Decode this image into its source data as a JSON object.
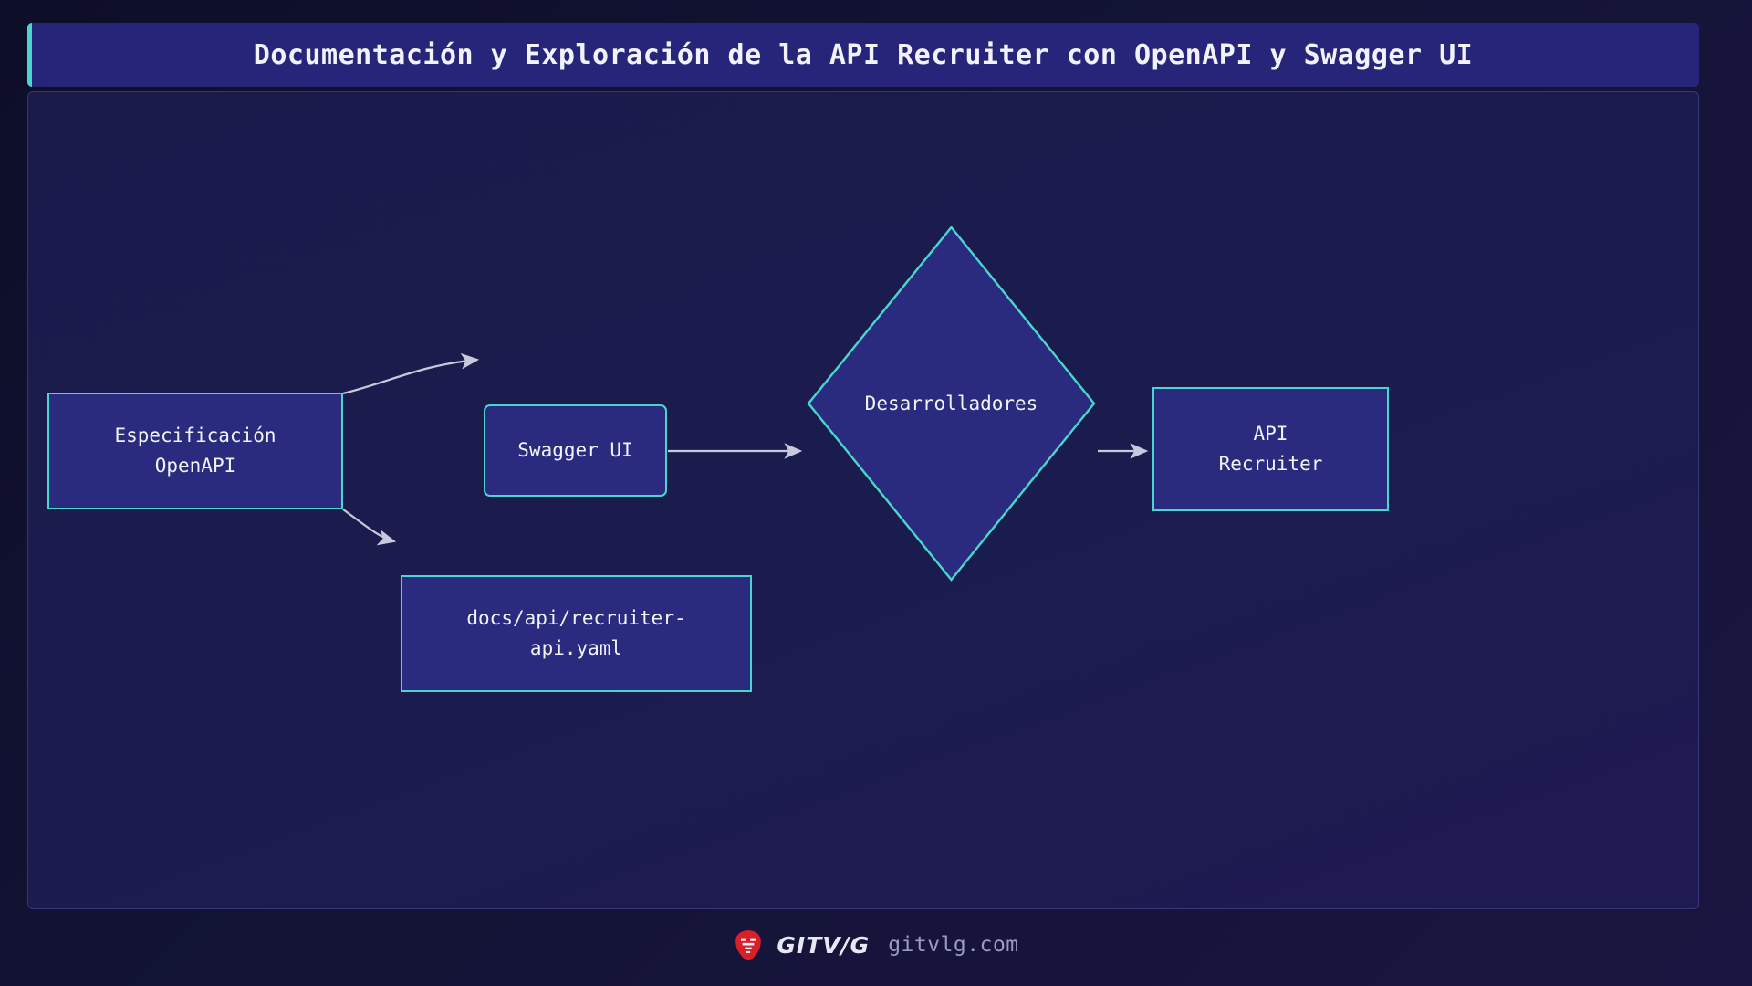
{
  "header": {
    "title": "Documentación y Exploración de la API Recruiter con OpenAPI y Swagger UI",
    "accent_color": "#4ad6cf",
    "background_color": "#262579"
  },
  "canvas": {
    "background_color": "#1a1b4b",
    "border_color": "#35357a"
  },
  "diagram": {
    "type": "flowchart",
    "direction": "left-to-right",
    "node_fill": "#2a2a7e",
    "node_border": "#4ad6cf",
    "node_text_color": "#f2f2fa",
    "edge_color": "#c9c9dd",
    "nodes": [
      {
        "id": "spec",
        "label": "Especificación\nOpenAPI",
        "shape": "rect"
      },
      {
        "id": "swagger",
        "label": "Swagger UI",
        "shape": "rounded-rect"
      },
      {
        "id": "yaml",
        "label": "docs/api/recruiter-\napi.yaml",
        "shape": "rect"
      },
      {
        "id": "devs",
        "label": "Desarrolladores",
        "shape": "diamond"
      },
      {
        "id": "api",
        "label": "API\nRecruiter",
        "shape": "rect"
      }
    ],
    "edges": [
      {
        "from": "spec",
        "to": "swagger",
        "style": "curved-arrow"
      },
      {
        "from": "spec",
        "to": "yaml",
        "style": "curved-arrow"
      },
      {
        "from": "swagger",
        "to": "devs",
        "style": "straight-arrow"
      },
      {
        "from": "devs",
        "to": "api",
        "style": "straight-arrow"
      }
    ]
  },
  "footer": {
    "logo_icon": "lion-head-icon",
    "logo_color": "#d9202a",
    "brand_name": "GITV/G",
    "url": "gitvlg.com"
  }
}
